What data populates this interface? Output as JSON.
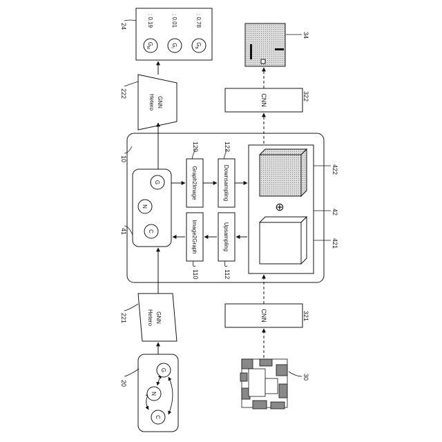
{
  "refs": {
    "r10": "10",
    "r20": "20",
    "r24": "24",
    "r30": "30",
    "r34": "34",
    "r41": "41",
    "r42": "42",
    "r110": "110",
    "r112": "112",
    "r120": "120",
    "r122": "122",
    "r221": "221",
    "r222": "222",
    "r321": "321",
    "r322": "322",
    "r421": "421",
    "r422": "422"
  },
  "nodes": {
    "c": "C",
    "n": "N",
    "g": "G"
  },
  "blocks": {
    "hetero_gnn": [
      "Hetero",
      "GNN"
    ],
    "cnn": "CNN",
    "image2graph": "Image2Graph",
    "graph2image": "Graph2Image",
    "upsampling": "Upsampling",
    "downsampling": "Downsampling",
    "combine_symbol": "⊕"
  },
  "outputs": {
    "probabilities": [
      {
        "label": "G",
        "sub": "M",
        "value": ": 0.19"
      },
      {
        "label": "G",
        "sub": "I",
        "value": ": 0.01"
      },
      {
        "label": "G",
        "sub": "B",
        "value": ": 0.78"
      }
    ]
  }
}
